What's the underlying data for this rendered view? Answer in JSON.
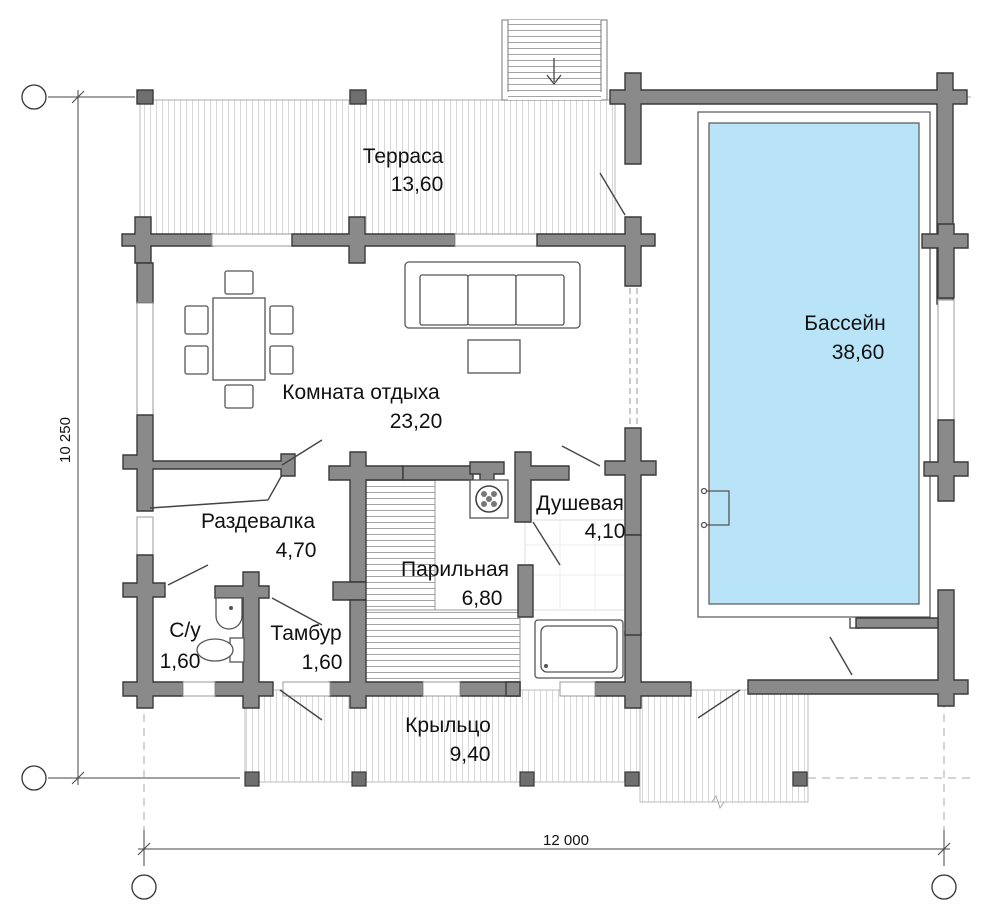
{
  "rooms": {
    "terrace": {
      "name": "Терраса",
      "area": "13,60"
    },
    "living": {
      "name": "Комната отдыха",
      "area": "23,20"
    },
    "pool": {
      "name": "Бассейн",
      "area": "38,60"
    },
    "changing": {
      "name": "Раздевалка",
      "area": "4,70"
    },
    "shower": {
      "name": "Душевая",
      "area": "4,10"
    },
    "steam": {
      "name": "Парильная",
      "area": "6,80"
    },
    "wc": {
      "name": "С/у",
      "area": "1,60"
    },
    "vestibule": {
      "name": "Тамбур",
      "area": "1,60"
    },
    "porch": {
      "name": "Крыльцо",
      "area": "9,40"
    }
  },
  "dimensions": {
    "width": "12 000",
    "height": "10 250"
  },
  "colors": {
    "wall": "#8a8a8a",
    "pool": "#b9e3f6",
    "deck": "#ffffff"
  }
}
